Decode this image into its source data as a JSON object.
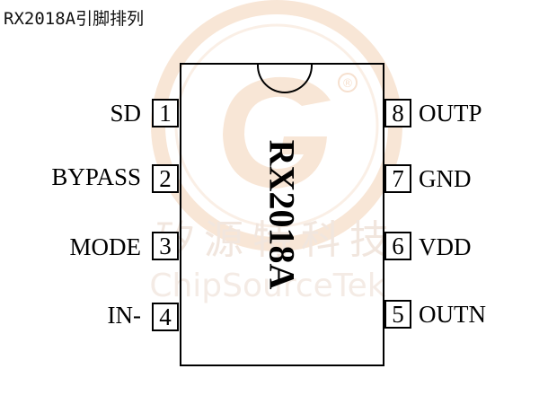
{
  "title": "RX2018A引脚排列",
  "chip_name": "RX2018A",
  "watermark": {
    "cn_text": "矽源特科技",
    "en_text": "ChipSourceTek",
    "registered_mark": "®",
    "color": "#f6dcc8"
  },
  "pins": {
    "left": [
      {
        "num": "1",
        "label": "SD"
      },
      {
        "num": "2",
        "label": "BYPASS"
      },
      {
        "num": "3",
        "label": "MODE"
      },
      {
        "num": "4",
        "label": "IN-"
      }
    ],
    "right": [
      {
        "num": "8",
        "label": "OUTP"
      },
      {
        "num": "7",
        "label": "GND"
      },
      {
        "num": "6",
        "label": "VDD"
      },
      {
        "num": "5",
        "label": "OUTN"
      }
    ]
  }
}
